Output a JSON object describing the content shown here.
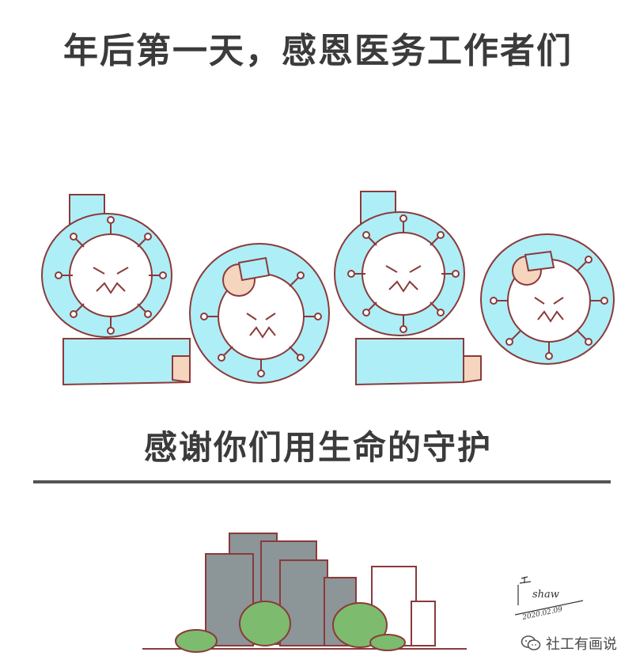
{
  "headline": "年后第一天，感恩医务工作者们",
  "illustration": {
    "digits": [
      "2",
      "0",
      "2",
      "0"
    ],
    "icon": "coronavirus-2020-illustration"
  },
  "subline": "感谢你们用生命的守护",
  "signature": {
    "name": "shaw",
    "date": "2020.02.09"
  },
  "watermark": {
    "label": "社工有画说",
    "icon": "wechat-icon"
  },
  "colors": {
    "text": "#3b3b3b",
    "divider": "#555555",
    "outline": "#8b3a3a",
    "virus_fill": "#aeeef7",
    "skin": "#f5d5bd",
    "building": "#8c9598",
    "tree": "#7dbb6e"
  }
}
